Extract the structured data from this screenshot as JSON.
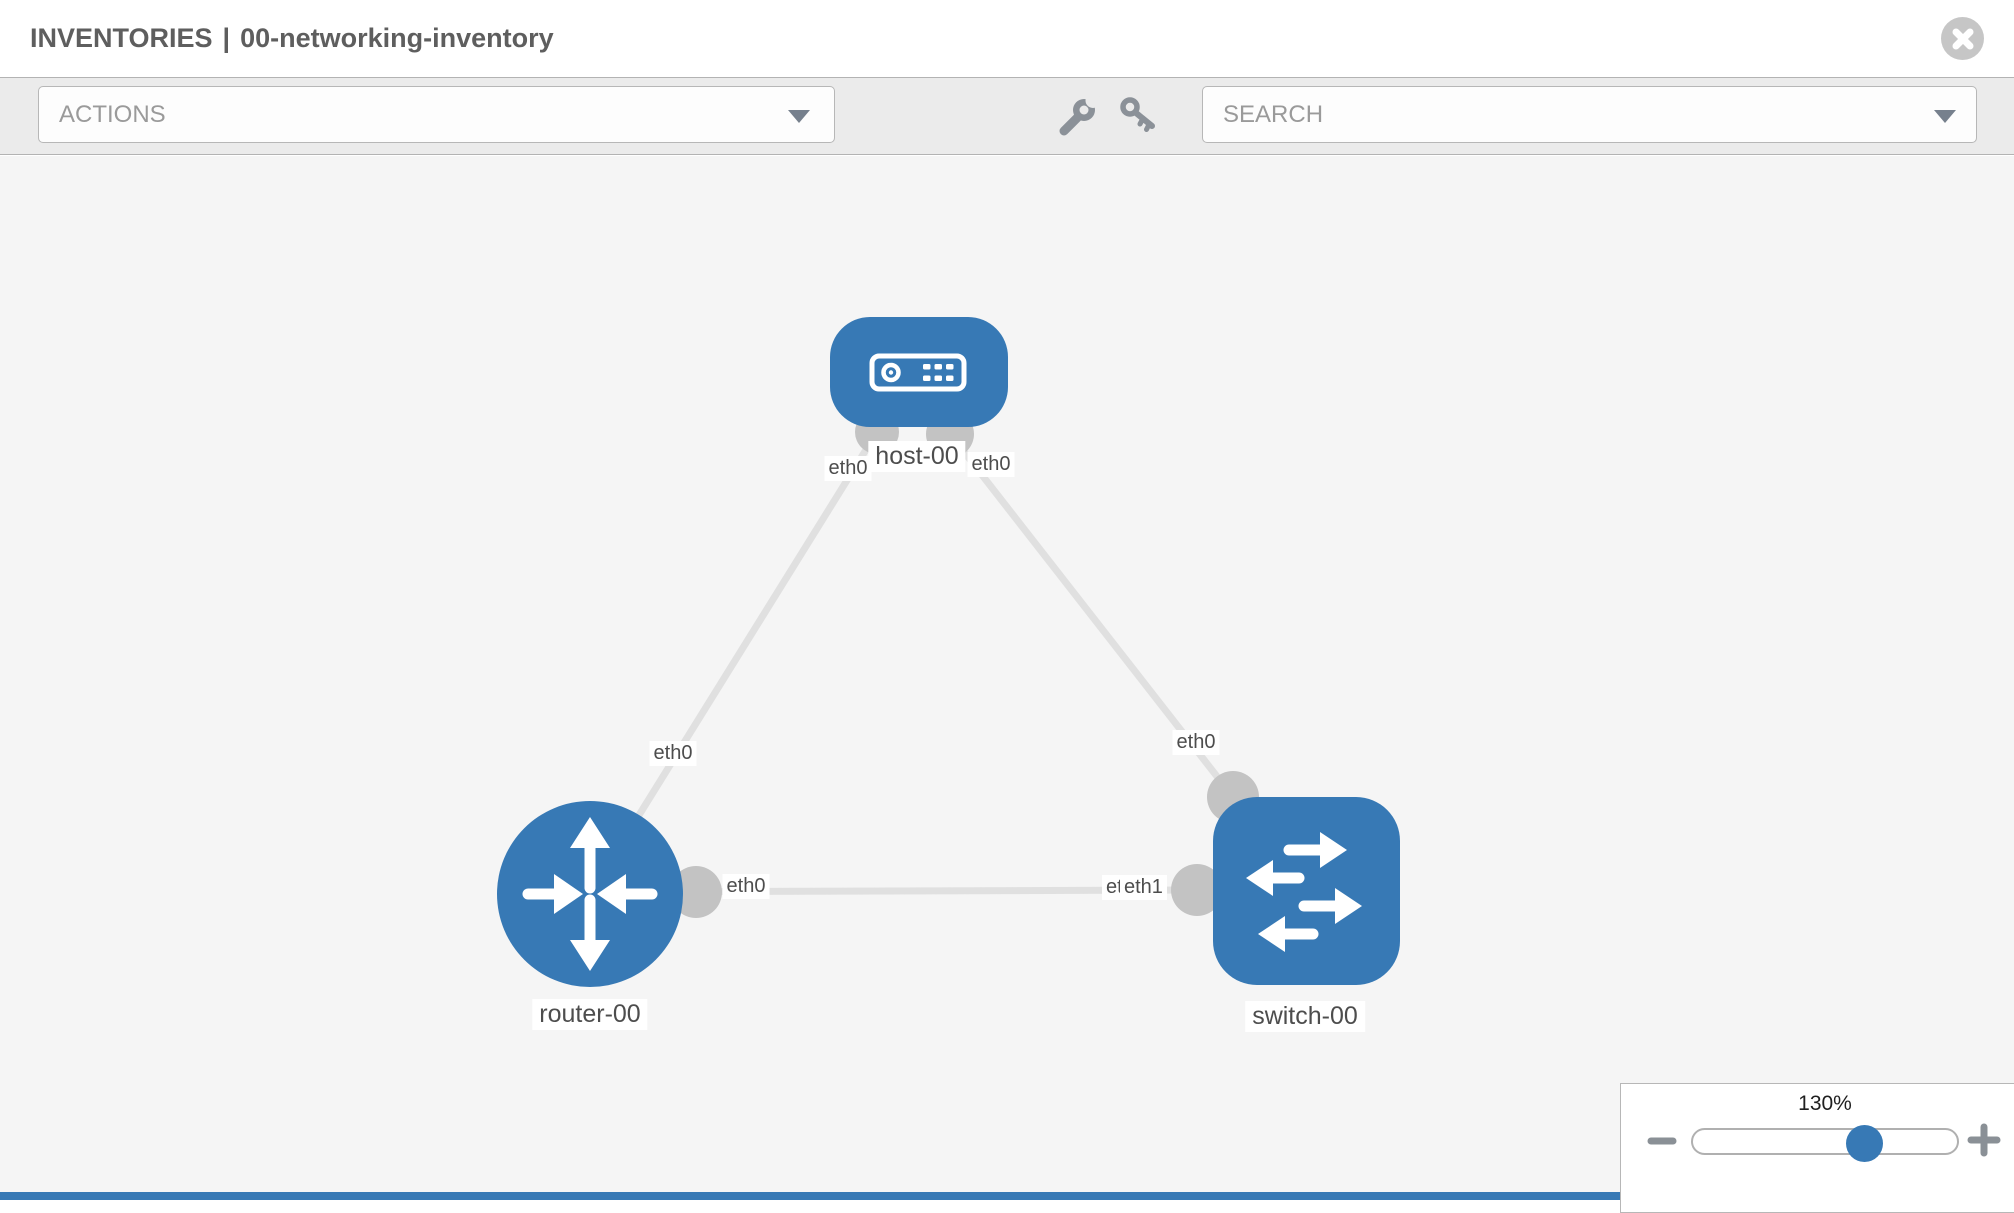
{
  "header": {
    "section": "INVENTORIES",
    "separator": "|",
    "inventory_name": "00-networking-inventory"
  },
  "toolbar": {
    "actions_label": "ACTIONS",
    "search_label": "SEARCH"
  },
  "topology": {
    "nodes": [
      {
        "id": "host-00",
        "type": "host",
        "label": "host-00"
      },
      {
        "id": "router-00",
        "type": "router",
        "label": "router-00"
      },
      {
        "id": "switch-00",
        "type": "switch",
        "label": "switch-00"
      }
    ],
    "links": [
      {
        "from": "host-00",
        "from_interface": "eth0",
        "to": "router-00",
        "to_interface": "eth0"
      },
      {
        "from": "host-00",
        "from_interface": "eth0",
        "to": "switch-00",
        "to_interface": "eth0"
      },
      {
        "from": "router-00",
        "from_interface": "eth0",
        "to": "switch-00",
        "to_interface": "eth1",
        "to_interface_overlapped_label": "eth0"
      }
    ]
  },
  "zoom_control": {
    "level": "130%"
  },
  "colors": {
    "node_blue": "#3779b5",
    "connector_gray": "#c3c3c3",
    "link_gray": "#e0e0e0",
    "toolbar_gray": "#ebebeb",
    "bottom_bar_blue": "#3779b5"
  }
}
